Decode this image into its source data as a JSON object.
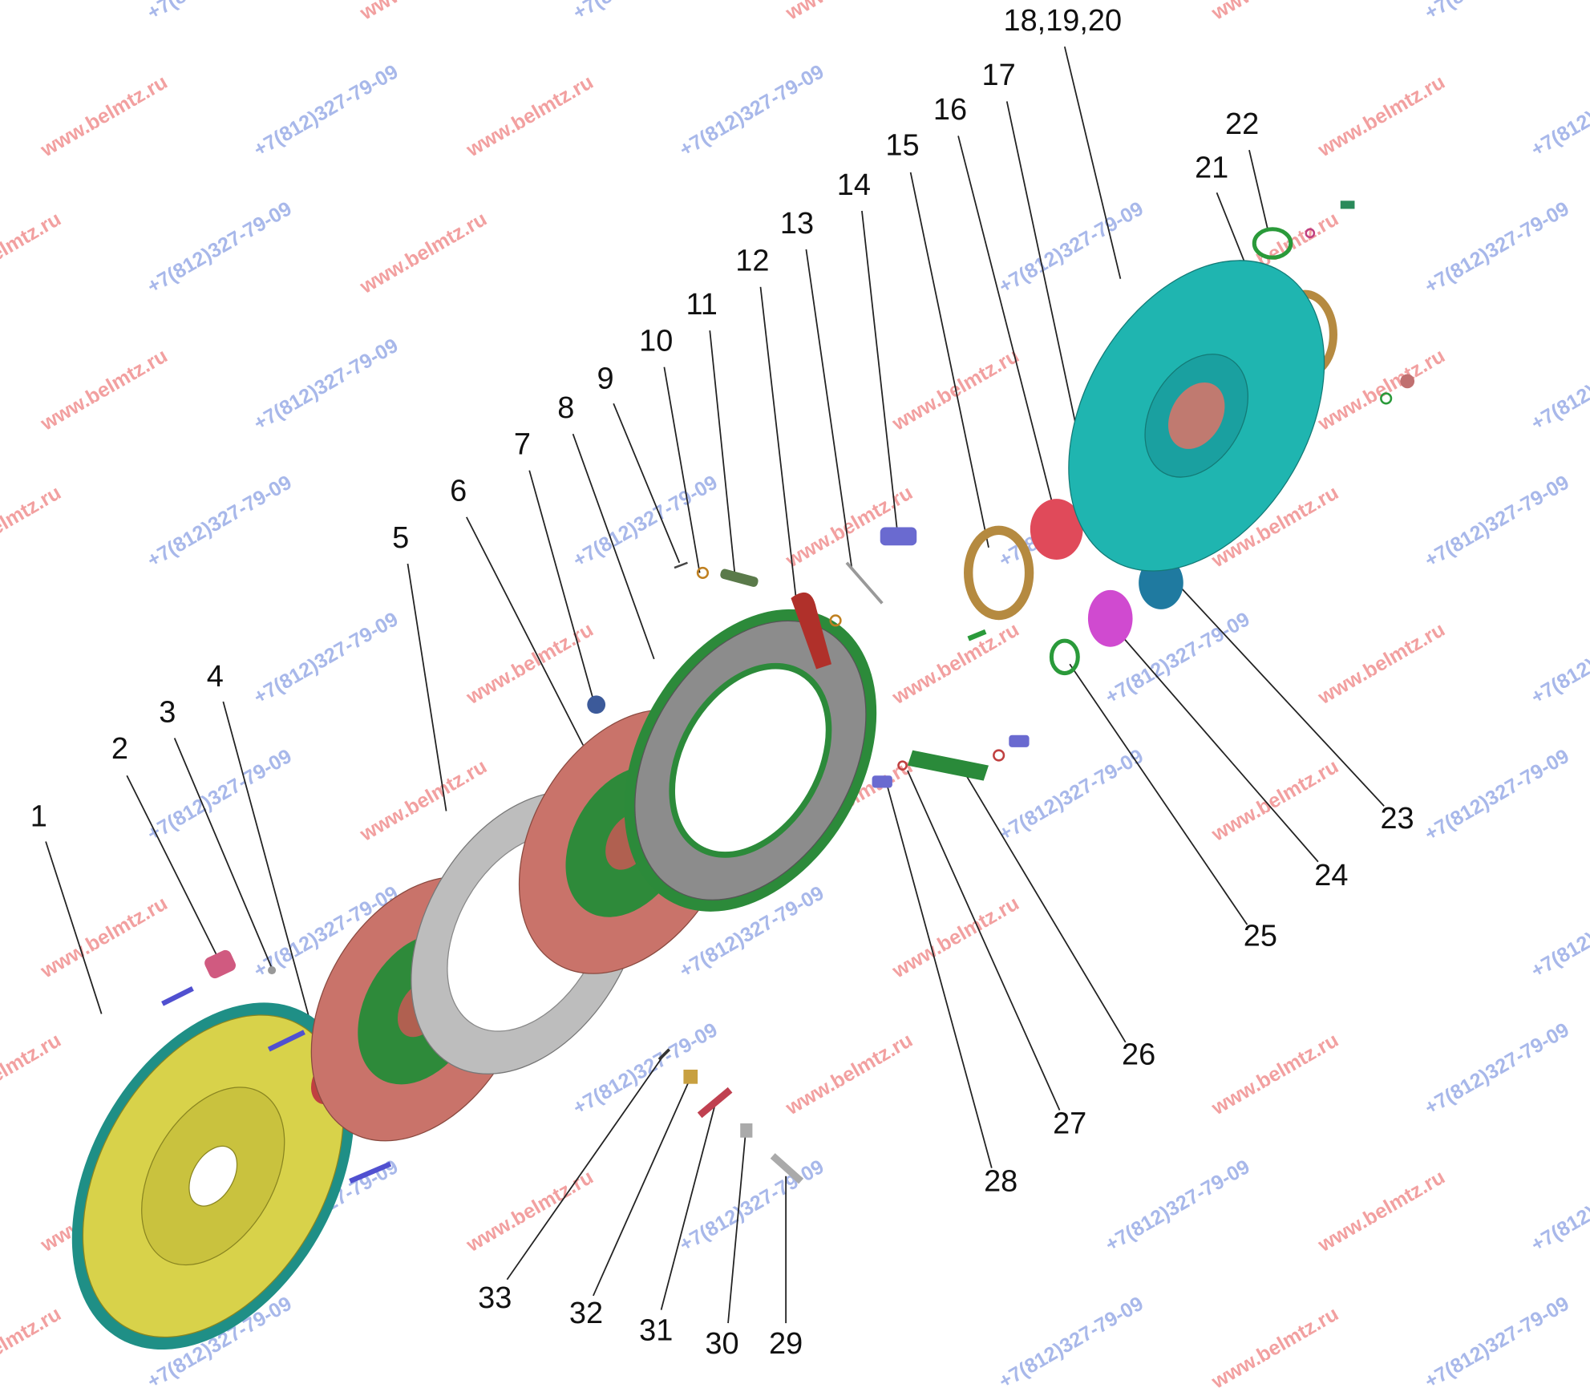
{
  "diagram": {
    "type": "exploded-parts-view",
    "watermarks": [
      "www.belmtz.ru",
      "+7(812)327-79-09"
    ],
    "colors": {
      "watermark_red": "#f2a0a0",
      "watermark_blue": "#a8b8ea"
    },
    "part_labels": [
      "1",
      "2",
      "3",
      "4",
      "5",
      "6",
      "7",
      "8",
      "9",
      "10",
      "11",
      "12",
      "13",
      "14",
      "15",
      "16",
      "17",
      "18,19,20",
      "21",
      "22",
      "23",
      "24",
      "25",
      "26",
      "27",
      "28",
      "29",
      "30",
      "31",
      "32",
      "33"
    ]
  }
}
